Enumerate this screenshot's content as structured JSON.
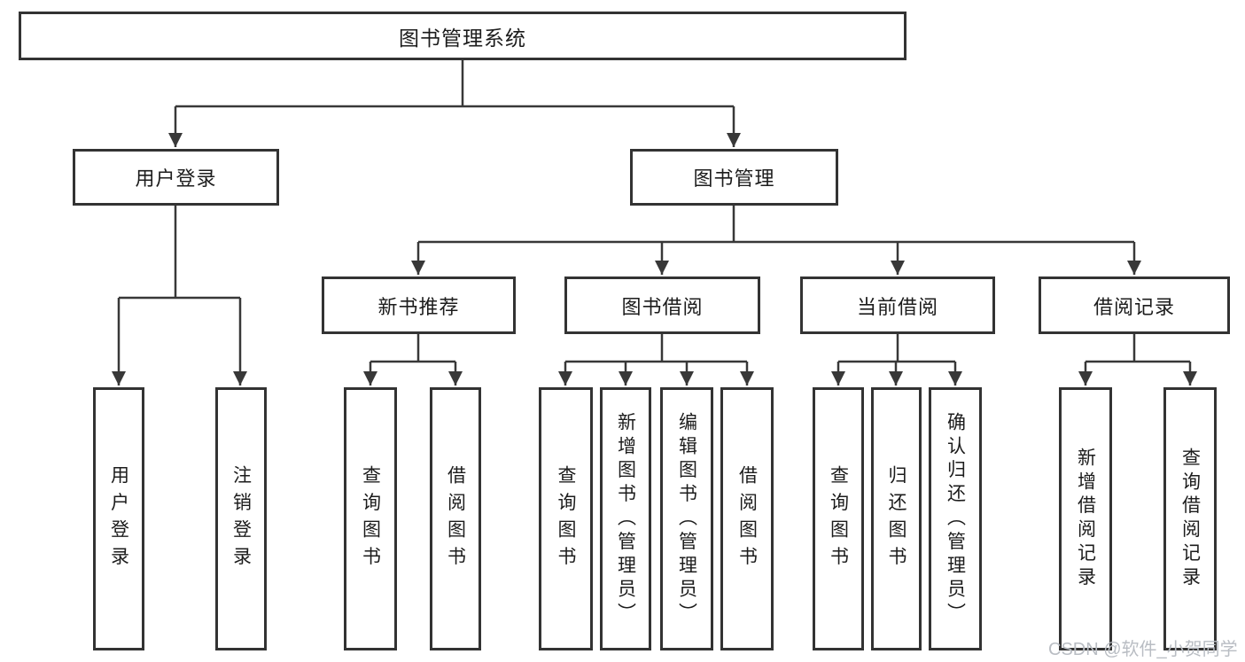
{
  "tree": {
    "root": "图书管理系统",
    "level2": {
      "user_login": "用户登录",
      "book_management": "图书管理"
    },
    "level3": {
      "new_book_recommend": "新书推荐",
      "book_borrow": "图书借阅",
      "current_borrow": "当前借阅",
      "borrow_records": "借阅记录"
    },
    "leaves": {
      "user_login": [
        "用户登录",
        "注销登录"
      ],
      "new_book_recommend": [
        "查询图书",
        "借阅图书"
      ],
      "book_borrow": [
        "查询图书",
        "新增图书（管理员）",
        "编辑图书（管理员）",
        "借阅图书"
      ],
      "current_borrow": [
        "查询图书",
        "归还图书",
        "确认归还（管理员）"
      ],
      "borrow_records": [
        "新增借阅记录",
        "查询借阅记录"
      ]
    }
  },
  "watermark": "CSDN @软件_小贺同学",
  "colors": {
    "line": "#383838",
    "box_border": "#333333",
    "text": "#1c1c1c",
    "watermark": "#b9bdc3",
    "background": "#ffffff"
  }
}
